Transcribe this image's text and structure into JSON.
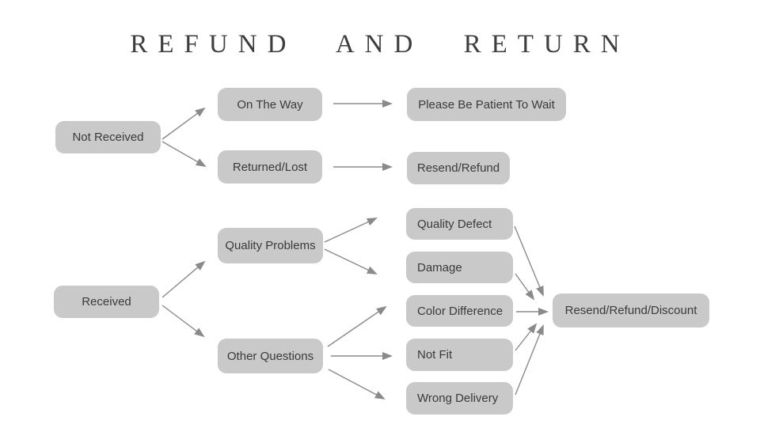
{
  "title": "REFUND AND RETURN",
  "colors": {
    "background": "#ffffff",
    "node_fill": "#c9c9c9",
    "node_text": "#3a3a3a",
    "arrow": "#8a8a8a",
    "title_text": "#3d3d3d"
  },
  "nodes": {
    "not_received": {
      "label": "Not Received"
    },
    "on_the_way": {
      "label": "On The Way"
    },
    "please_wait": {
      "label": "Please Be Patient To Wait"
    },
    "returned_lost": {
      "label": "Returned/Lost"
    },
    "resend_refund": {
      "label": "Resend/Refund"
    },
    "received": {
      "label": "Received"
    },
    "quality_problems": {
      "label": "Quality Problems"
    },
    "other_questions": {
      "label": "Other Questions"
    },
    "quality_defect": {
      "label": "Quality Defect"
    },
    "damage": {
      "label": "Damage"
    },
    "color_difference": {
      "label": "Color Difference"
    },
    "not_fit": {
      "label": "Not Fit"
    },
    "wrong_delivery": {
      "label": "Wrong Delivery"
    },
    "resend_refund_discount": {
      "label": "Resend/Refund/Discount"
    }
  },
  "edges": [
    {
      "from": "not_received",
      "to": "on_the_way"
    },
    {
      "from": "not_received",
      "to": "returned_lost"
    },
    {
      "from": "on_the_way",
      "to": "please_wait"
    },
    {
      "from": "returned_lost",
      "to": "resend_refund"
    },
    {
      "from": "received",
      "to": "quality_problems"
    },
    {
      "from": "received",
      "to": "other_questions"
    },
    {
      "from": "quality_problems",
      "to": "quality_defect"
    },
    {
      "from": "quality_problems",
      "to": "damage"
    },
    {
      "from": "other_questions",
      "to": "color_difference"
    },
    {
      "from": "other_questions",
      "to": "not_fit"
    },
    {
      "from": "other_questions",
      "to": "wrong_delivery"
    },
    {
      "from": "quality_defect",
      "to": "resend_refund_discount"
    },
    {
      "from": "damage",
      "to": "resend_refund_discount"
    },
    {
      "from": "color_difference",
      "to": "resend_refund_discount"
    },
    {
      "from": "not_fit",
      "to": "resend_refund_discount"
    },
    {
      "from": "wrong_delivery",
      "to": "resend_refund_discount"
    }
  ]
}
